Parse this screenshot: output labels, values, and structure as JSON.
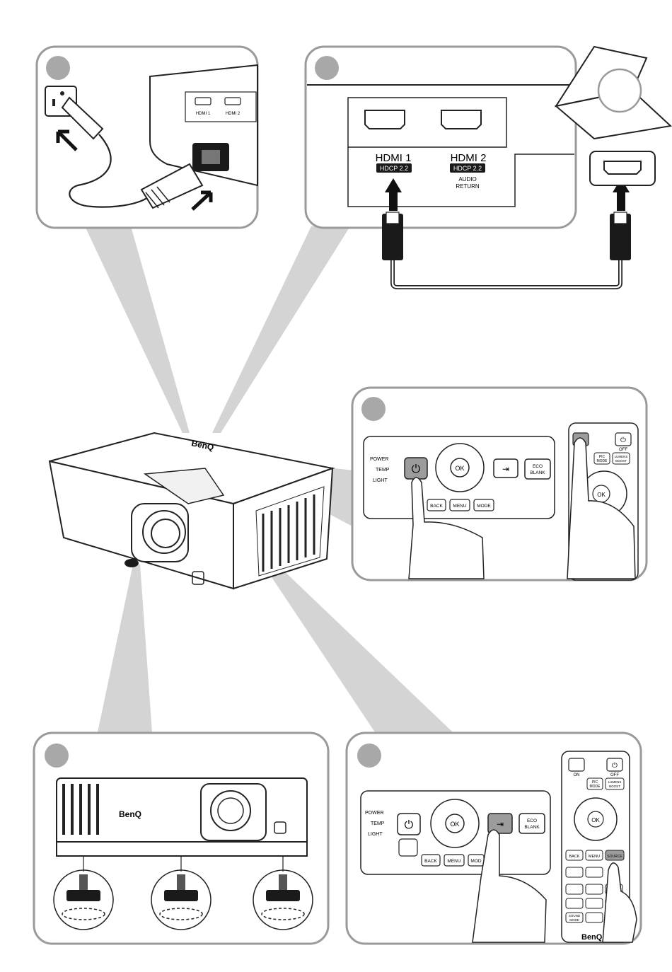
{
  "ports": {
    "hdmi1": "HDMI 1",
    "hdmi2": "HDMI 2",
    "hdcp1": "HDCP 2.2",
    "hdcp2": "HDCP 2.2",
    "audio": "AUDIO",
    "return": "RETURN"
  },
  "keypad": {
    "power": "POWER",
    "temp": "TEMP",
    "light": "LIGHT",
    "ok": "OK",
    "eco1": "ECO",
    "eco2": "BLANK",
    "back": "BACK",
    "menu": "MENU",
    "mode": "MODE",
    "mode_partial": "MOD"
  },
  "remote": {
    "off": "OFF",
    "on": "ON",
    "pic1": "PIC",
    "pic2": "MODE",
    "lumen1": "LUMENS",
    "lumen2": "BOOST",
    "ok": "OK",
    "back": "BACK",
    "menu": "MENU",
    "source": "SOURCE",
    "sound1": "SOUND",
    "sound2": "MODE",
    "brand": "BenQ"
  },
  "projector": {
    "brand": "BenQ"
  },
  "colors": {
    "panel_border": "#9a9a9a",
    "beam": "#d4d4d4",
    "dot": "#a8a8a8",
    "dark": "#1a1a1a",
    "highlight": "#9c9c9c"
  }
}
